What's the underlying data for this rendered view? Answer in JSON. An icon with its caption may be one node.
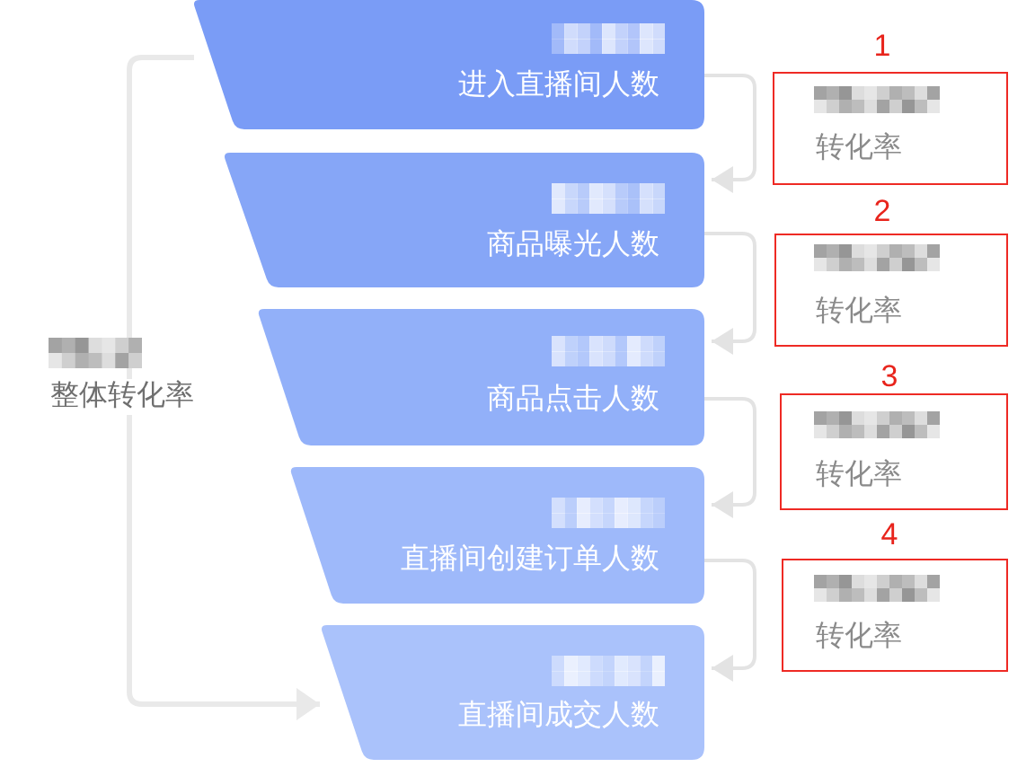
{
  "diagram": {
    "nodes": [
      {
        "text": [
          "进入直播间人数"
        ]
      },
      {
        "text": [
          "商品曝光人数"
        ]
      },
      {
        "text": [
          "商品点击人数"
        ]
      },
      {
        "text": [
          "直播间创建订单人数"
        ]
      },
      {
        "text": [
          "直播间成交人数"
        ]
      },
      {
        "text": [
          "转化率"
        ],
        "beside": [
          "1"
        ]
      },
      {
        "text": [
          "转化率"
        ],
        "beside": [
          "2"
        ]
      },
      {
        "text": [
          "转化率"
        ],
        "beside": [
          "3"
        ]
      },
      {
        "text": [
          "转化率"
        ],
        "beside": [
          "4"
        ]
      }
    ],
    "edges": [
      {
        "from": 0,
        "to": 4,
        "arrow": "to",
        "label": "整体转化率"
      },
      {
        "from": 0,
        "to": 1,
        "arrow": "to"
      },
      {
        "from": 1,
        "to": 2,
        "arrow": "to"
      },
      {
        "from": 2,
        "to": 3,
        "arrow": "to"
      },
      {
        "from": 3,
        "to": 4,
        "arrow": "to"
      }
    ]
  }
}
